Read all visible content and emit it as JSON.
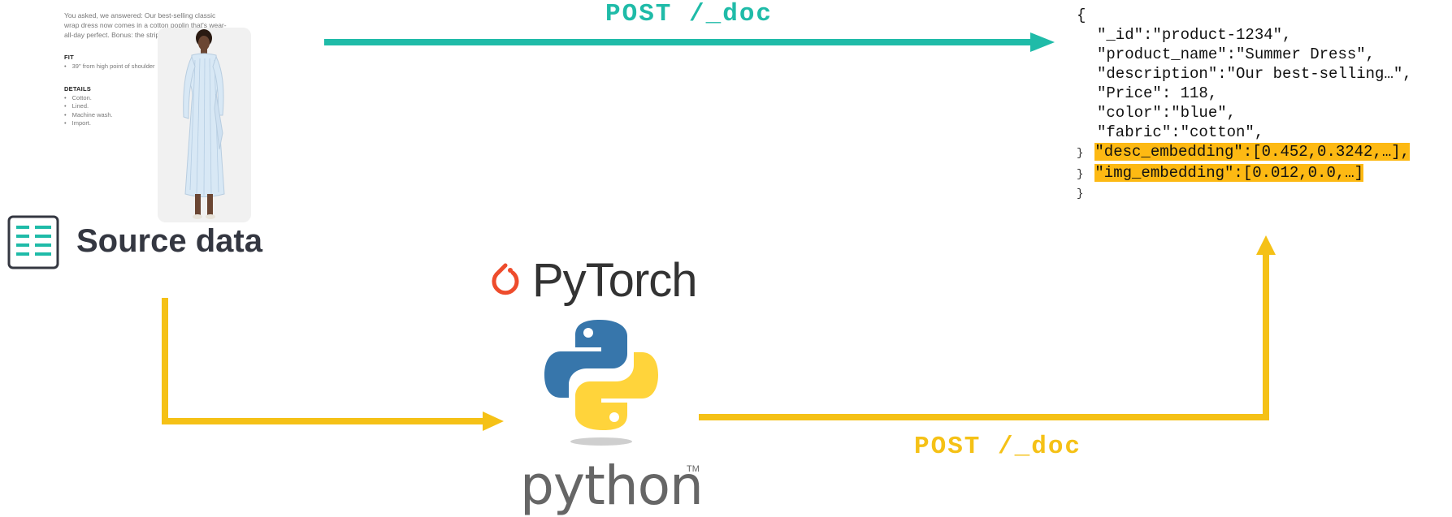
{
  "product_page": {
    "description": "You asked, we answered: Our best-selling classic wrap dress now comes in a cotton poplin that's wear-all-day perfect. Bonus: the stripes (our favorite).",
    "fit_title": "FIT",
    "fit_items": [
      "39\" from high point of shoulder"
    ],
    "details_title": "DETAILS",
    "details_items": [
      "Cotton.",
      "Lined.",
      "Machine wash.",
      "Import."
    ]
  },
  "source": {
    "title": "Source data",
    "icon": "document-list-icon"
  },
  "arrows": {
    "top_label": "POST /_doc",
    "bottom_label": "POST /_doc",
    "top_color": "#1fbba8",
    "yellow_color": "#f5c116"
  },
  "tools": {
    "pytorch_label": "PyTorch",
    "python_label": "python",
    "python_tm": "TM"
  },
  "json_doc": {
    "open": "{",
    "lines": [
      "\"_id\":\"product-1234\",",
      "\"product_name\":\"Summer Dress\",",
      "\"description\":\"Our best-selling…\",",
      "\"Price\": 118,",
      "\"color\":\"blue\",",
      "\"fabric\":\"cotton\","
    ],
    "highlight_lines": [
      "\"desc_embedding\":[0.452,0.3242,…],",
      "\"img_embedding\":[0.012,0.0,…]"
    ],
    "inner_brace": "}",
    "close": "}",
    "highlight_color": "#fdb913"
  }
}
